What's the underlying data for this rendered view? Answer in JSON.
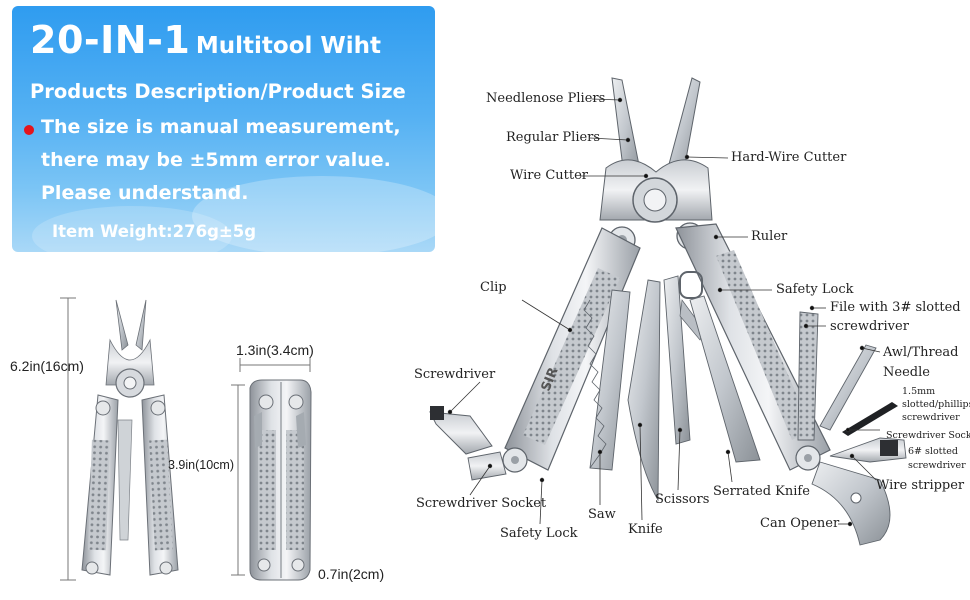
{
  "banner": {
    "title_big": "20-IN-1",
    "title_rest": "Multitool Wiht",
    "subtitle": "Products Description/Product Size",
    "note_line1": "The size is manual measurement,",
    "note_line2": "there may be ±5mm error value.",
    "note_line3": "Please understand.",
    "weight": "Item Weight:276g±5g",
    "bullet_color": "#e4141c"
  },
  "dimensions": {
    "height_open": "6.2in(16cm)",
    "width_closed": "1.3in(3.4cm)",
    "height_closed": "3.9in(10cm)",
    "thickness": "0.7in(2cm)"
  },
  "parts": {
    "needlenose_pliers": "Needlenose Pliers",
    "regular_pliers": "Regular Pliers",
    "wire_cutter": "Wire Cutter",
    "hard_wire_cutter": "Hard-Wire Cutter",
    "ruler": "Ruler",
    "clip": "Clip",
    "safety_lock_top": "Safety Lock",
    "file_line1": "File with 3# slotted",
    "file_line2": "screwdriver",
    "awl_line1": "Awl/Thread",
    "awl_line2": "Needle",
    "screwdriver_15_line1": "1.5mm",
    "screwdriver_15_line2": "slotted/phillips",
    "screwdriver_15_line3": "screwdriver",
    "screwdriver_socket_right": "Screwdriver Socket",
    "slotted6_line1": "6# slotted",
    "slotted6_line2": "screwdriver",
    "wire_stripper": "Wire stripper",
    "can_opener": "Can Opener",
    "screwdriver": "Screwdriver",
    "screwdriver_socket": "Screwdriver Socket",
    "safety_lock_bottom": "Safety Lock",
    "saw": "Saw",
    "knife": "Knife",
    "scissors": "Scissors",
    "serrated_knife": "Serrated Knife"
  },
  "logo_text": "SIR"
}
